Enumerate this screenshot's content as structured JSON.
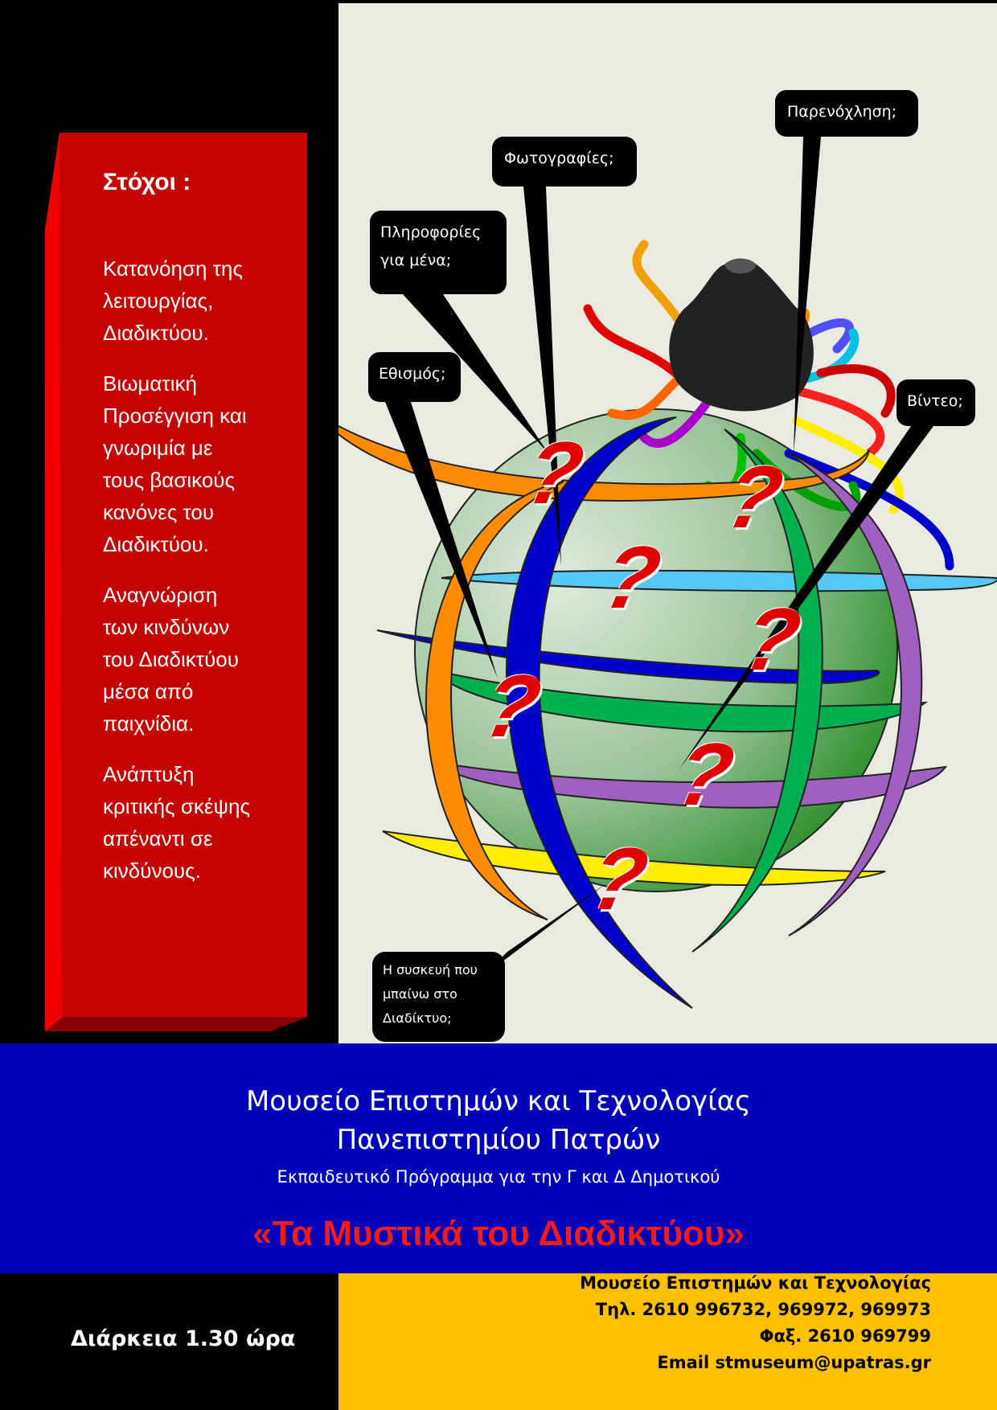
{
  "goals": {
    "title": "Στόχοι :",
    "items": [
      "Κατανόηση της\nλειτουργίας,\nΔιαδικτύου.",
      "Βιωματική\nΠροσέγγιση και\nγνωριμία με\nτους βασικούς\nκανόνες του\nΔιαδικτύου.",
      "Αναγνώριση\nτων  κινδύνων\nτου Διαδικτύου\nμέσα από\nπαιχνίδια.",
      "Ανάπτυξη\nκριτικής σκέψης\nαπέναντι σε\nκινδύνους."
    ]
  },
  "bubbles": {
    "harassment": "Παρενόχληση;",
    "photos": "Φωτογραφίες;",
    "info": "Πληροφορίες\nγια μένα;",
    "addiction": "Εθισμός;",
    "video": "Βίντεο;",
    "device": "Η συσκευή που\nμπαίνω  στο\nΔιαδίκτυο;"
  },
  "question_mark": "?",
  "museum": {
    "name": "Μουσείο  Επιστημών και Τεχνολογίας\nΠανεπιστημίου Πατρών",
    "program": "Εκπαιδευτικό Πρόγραμμα για την Γ και Δ Δημοτικού",
    "title": "«Τα Μυστικά του Διαδικτύου»"
  },
  "duration": "Διάρκεια  1.30 ώρα",
  "contact": {
    "line1": "Μουσείο Επιστημών και Τεχνολογίας",
    "phone": "Τηλ. 2610 996732, 969972, 969973",
    "fax": "Φαξ. 2610 969799",
    "email": "Email stmuseum@upatras.gr"
  },
  "colors": {
    "panel_red": "#d40000",
    "band_blue": "#0000b8",
    "contact_yellow": "#ffc000",
    "title_red": "#ee1c1c",
    "illustration_bg": "#ebeae2"
  }
}
